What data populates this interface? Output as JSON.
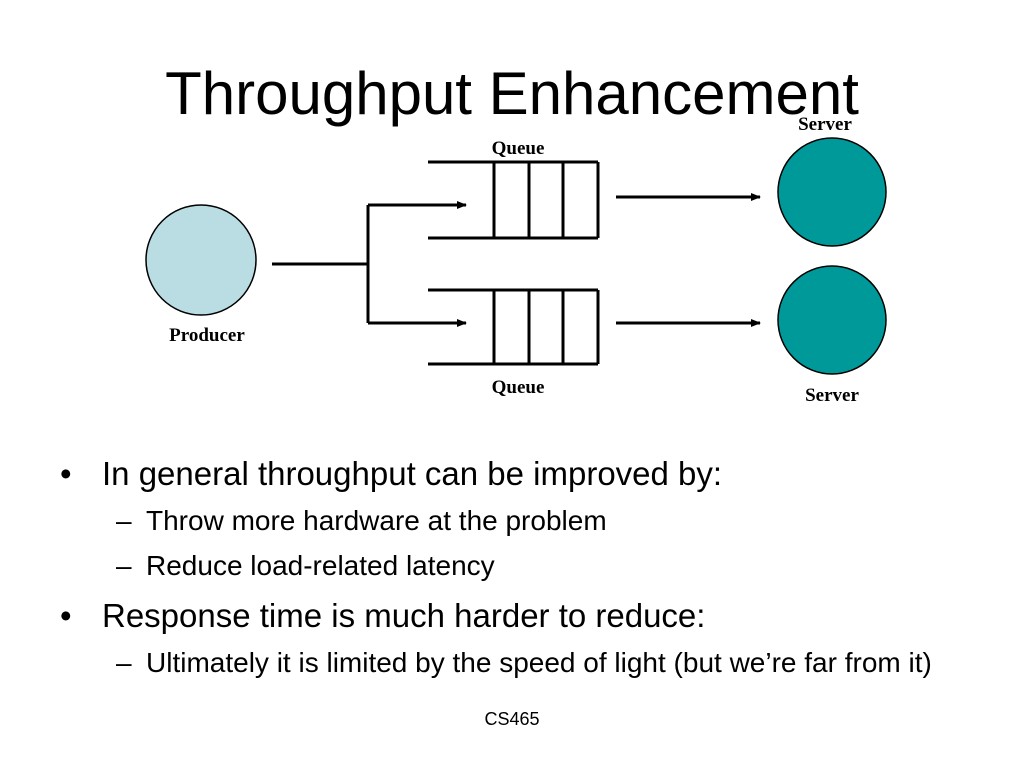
{
  "slide": {
    "title": "Throughput Enhancement",
    "footer": "CS465"
  },
  "diagram": {
    "producer_label": "Producer",
    "queue_top_label": "Queue",
    "queue_bottom_label": "Queue",
    "server_top_label": "Server",
    "server_bottom_label": "Server",
    "colors": {
      "producer_fill": "#b9dde2",
      "server_fill": "#009999",
      "line": "#000000"
    }
  },
  "bullets": [
    {
      "marker": "•",
      "text": "In general throughput can be improved by:",
      "sub": [
        {
          "marker": "–",
          "text": "Throw more hardware at the problem"
        },
        {
          "marker": "–",
          "text": "Reduce load-related latency"
        }
      ]
    },
    {
      "marker": "•",
      "text": "Response time is much harder to reduce:",
      "sub": [
        {
          "marker": "–",
          "text": "Ultimately it is limited by the speed of light  (but we’re far from it)"
        }
      ]
    }
  ]
}
